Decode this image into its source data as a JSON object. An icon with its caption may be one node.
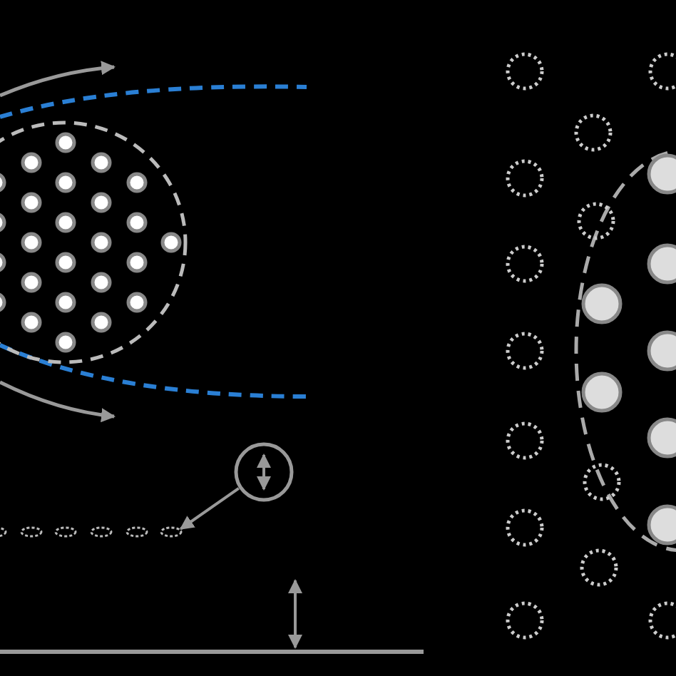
{
  "diagram": {
    "nodes": [
      {
        "text": [],
        "shape": "circle"
      },
      {
        "text": [],
        "shape": "ellipse"
      }
    ],
    "edges": [
      {
        "from": 0,
        "to": 1,
        "arrow": "to"
      }
    ]
  }
}
